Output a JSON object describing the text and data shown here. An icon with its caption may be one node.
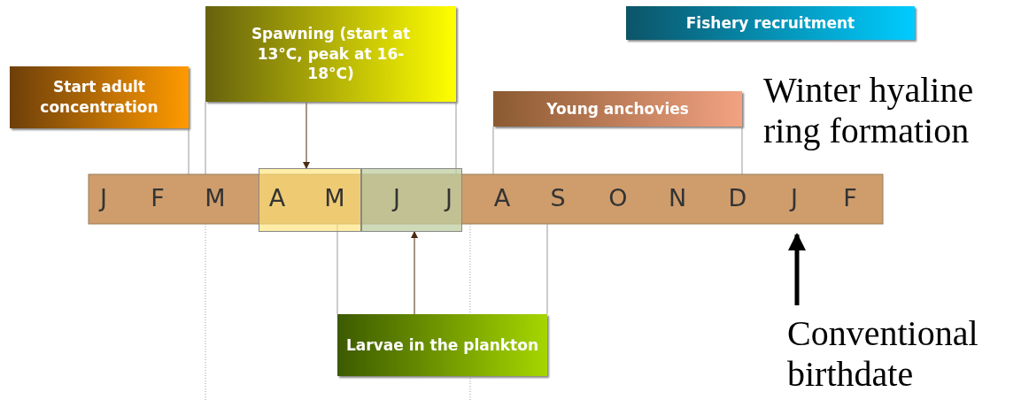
{
  "diagram": {
    "nodes": [
      {
        "text": [
          "Start adult concentration"
        ]
      },
      {
        "text": [
          "Spawning (start at 13°C, peak at 16-18°C)"
        ]
      },
      {
        "text": [
          "Fishery recruitment"
        ]
      },
      {
        "text": [
          "Young anchovies"
        ]
      },
      {
        "text": [],
        "shape": "box"
      },
      {
        "text": [],
        "shape": "box"
      },
      {
        "text": [
          "Larvae in the plankton"
        ]
      },
      {
        "text": [
          "Conventional birthdate"
        ]
      }
    ],
    "edges": [
      {
        "from": 1,
        "to": 4,
        "arrow": "to"
      },
      {
        "from": 6,
        "to": 5,
        "arrow": "to"
      },
      {
        "from": 7,
        "to": null,
        "arrow": "to",
        "style": "thick"
      }
    ],
    "labels": [
      "Winter hyaline ring formation",
      "J",
      "F",
      "M",
      "A",
      "M",
      "J",
      "J",
      "A",
      "S",
      "O",
      "N",
      "D",
      "J",
      "F"
    ]
  }
}
